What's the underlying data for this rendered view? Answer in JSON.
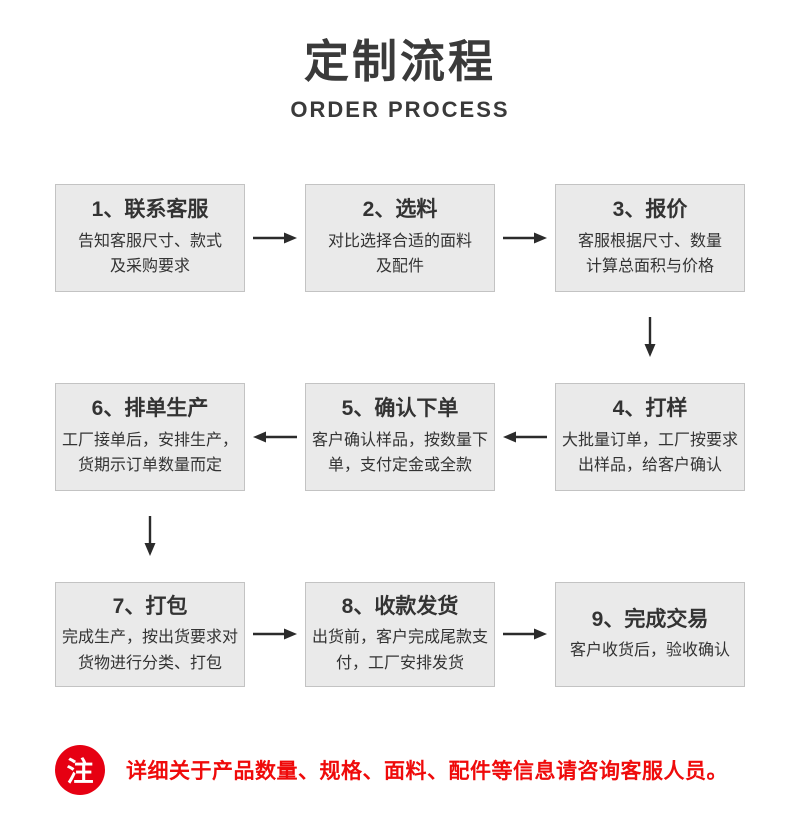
{
  "header": {
    "title": "定制流程",
    "subtitle": "ORDER PROCESS"
  },
  "steps": [
    {
      "title": "1、联系客服",
      "desc": "告知客服尺寸、款式\n及采购要求"
    },
    {
      "title": "2、选料",
      "desc": "对比选择合适的面料\n及配件"
    },
    {
      "title": "3、报价",
      "desc": "客服根据尺寸、数量\n计算总面积与价格"
    },
    {
      "title": "4、打样",
      "desc": "大批量订单，工厂按要求\n出样品，给客户确认"
    },
    {
      "title": "5、确认下单",
      "desc": "客户确认样品，按数量下\n单，支付定金或全款"
    },
    {
      "title": "6、排单生产",
      "desc": "工厂接单后，安排生产，\n货期示订单数量而定"
    },
    {
      "title": "7、打包",
      "desc": "完成生产，按出货要求对\n货物进行分类、打包"
    },
    {
      "title": "8、收款发货",
      "desc": "出货前，客户完成尾款支\n付，工厂安排发货"
    },
    {
      "title": "9、完成交易",
      "desc": "客户收货后，验收确认"
    }
  ],
  "note": {
    "badge": "注",
    "text": "详细关于产品数量、规格、面料、配件等信息请咨询客服人员。"
  },
  "colors": {
    "box_fill": "#eaeaea",
    "box_border": "#c3c3c3",
    "text": "#333333",
    "title_text": "#3a3a3a",
    "arrow": "#2b2b2b",
    "accent_red": "#e60012"
  }
}
